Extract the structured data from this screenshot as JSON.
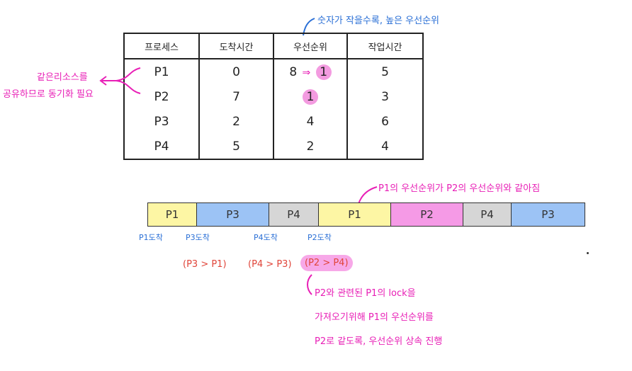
{
  "top_note": "숫자가 작을수록, 높은 우선순위",
  "table": {
    "headers": [
      "프로세스",
      "도착시간",
      "우선순위",
      "작업시간"
    ],
    "rows": [
      {
        "proc": "P1",
        "arrival": "0",
        "priority": "8",
        "priority_new": "1",
        "burst": "5"
      },
      {
        "proc": "P2",
        "arrival": "7",
        "priority": "1",
        "priority_new": "",
        "burst": "3"
      },
      {
        "proc": "P3",
        "arrival": "2",
        "priority": "4",
        "priority_new": "",
        "burst": "6"
      },
      {
        "proc": "P4",
        "arrival": "5",
        "priority": "2",
        "priority_new": "",
        "burst": "4"
      }
    ],
    "arrow": "⇒"
  },
  "left_note": {
    "line1": "같은리소스를",
    "line2": "공유하므로 동기화 필요"
  },
  "gantt_note": "P1의 우선순위가 P2의 우선순위와 같아짐",
  "gantt": {
    "segments": [
      {
        "label": "P1",
        "color": "#fdf6a4",
        "width": 70
      },
      {
        "label": "P3",
        "color": "#9cc3f5",
        "width": 102
      },
      {
        "label": "P4",
        "color": "#d6d6d6",
        "width": 70
      },
      {
        "label": "P1",
        "color": "#fdf6a4",
        "width": 102
      },
      {
        "label": "P2",
        "color": "#f59ae6",
        "width": 102
      },
      {
        "label": "P4",
        "color": "#d6d6d6",
        "width": 68
      },
      {
        "label": "P3",
        "color": "#9cc3f5",
        "width": 104
      }
    ]
  },
  "arrivals": [
    "P1도착",
    "P3도착",
    "P4도착",
    "P2도착"
  ],
  "comparisons": [
    "(P3 > P1)",
    "(P4 > P3)",
    "(P2 > P4)"
  ],
  "bottom_note": {
    "line1": "P2와 관련된 P1의 lock을",
    "line2": "가져오기위해 P1의 우선순위를",
    "line3": "P2로 같도록, 우선순위 상속 진행"
  },
  "colors": {
    "blue": "#2a6fd6",
    "magenta": "#e81fb6",
    "red": "#e0453a"
  }
}
